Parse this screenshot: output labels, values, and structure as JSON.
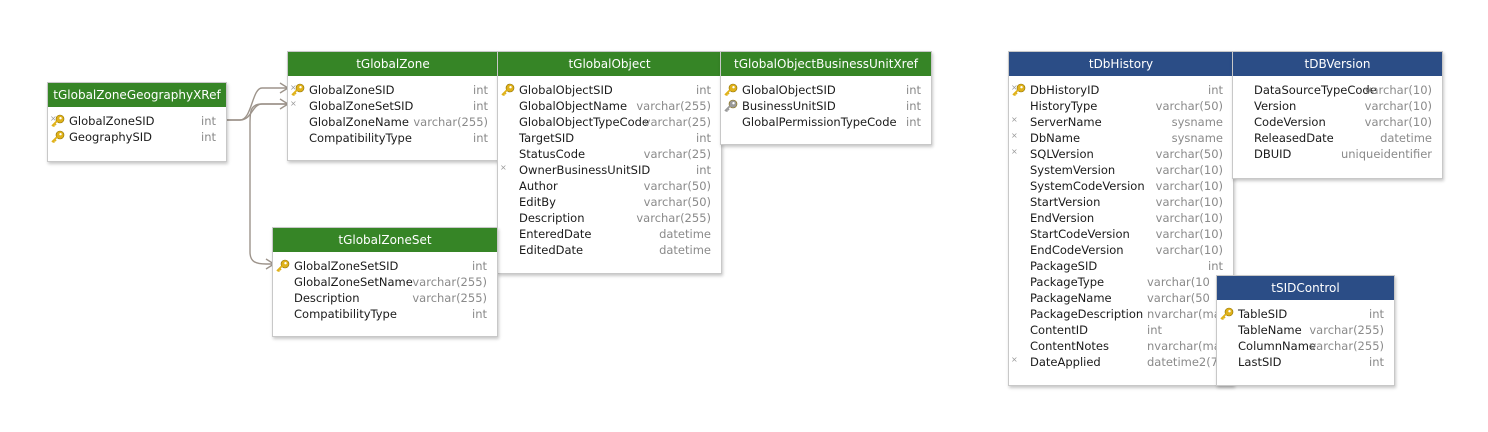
{
  "colors": {
    "header_green": "#368526",
    "header_blue": "#2b4d86",
    "connector": "#9d948b",
    "key_gold": "#e0b21a",
    "key_gray": "#9a9a9a"
  },
  "tables": {
    "geoxref": {
      "name": "tGlobalZoneGeographyXRef",
      "columns": [
        {
          "name": "GlobalZoneSID",
          "type": "int",
          "key": "pk-fk"
        },
        {
          "name": "GeographySID",
          "type": "int",
          "key": "pk"
        }
      ]
    },
    "globalzone": {
      "name": "tGlobalZone",
      "columns": [
        {
          "name": "GlobalZoneSID",
          "type": "int",
          "key": "pk-fk"
        },
        {
          "name": "GlobalZoneSetSID",
          "type": "int",
          "key": "fk"
        },
        {
          "name": "GlobalZoneName",
          "type": "varchar(255)",
          "key": ""
        },
        {
          "name": "CompatibilityType",
          "type": "int",
          "key": ""
        }
      ]
    },
    "globalobject": {
      "name": "tGlobalObject",
      "columns": [
        {
          "name": "GlobalObjectSID",
          "type": "int",
          "key": "pk"
        },
        {
          "name": "GlobalObjectName",
          "type": "varchar(255)",
          "key": ""
        },
        {
          "name": "GlobalObjectTypeCode",
          "type": "varchar(25)",
          "key": ""
        },
        {
          "name": "TargetSID",
          "type": "int",
          "key": ""
        },
        {
          "name": "StatusCode",
          "type": "varchar(25)",
          "key": ""
        },
        {
          "name": "OwnerBusinessUnitSID",
          "type": "int",
          "key": "fk"
        },
        {
          "name": "Author",
          "type": "varchar(50)",
          "key": ""
        },
        {
          "name": "EditBy",
          "type": "varchar(50)",
          "key": ""
        },
        {
          "name": "Description",
          "type": "varchar(255)",
          "key": ""
        },
        {
          "name": "EnteredDate",
          "type": "datetime",
          "key": ""
        },
        {
          "name": "EditedDate",
          "type": "datetime",
          "key": ""
        }
      ]
    },
    "gobuxref": {
      "name": "tGlobalObjectBusinessUnitXref",
      "columns": [
        {
          "name": "GlobalObjectSID",
          "type": "int",
          "key": "pk"
        },
        {
          "name": "BusinessUnitSID",
          "type": "int",
          "key": "pk-gray"
        },
        {
          "name": "GlobalPermissionTypeCode",
          "type": "int",
          "key": ""
        }
      ]
    },
    "zoneset": {
      "name": "tGlobalZoneSet",
      "columns": [
        {
          "name": "GlobalZoneSetSID",
          "type": "int",
          "key": "pk"
        },
        {
          "name": "GlobalZoneSetName",
          "type": "varchar(255)",
          "key": ""
        },
        {
          "name": "Description",
          "type": "varchar(255)",
          "key": ""
        },
        {
          "name": "CompatibilityType",
          "type": "int",
          "key": ""
        }
      ]
    },
    "dbhistory": {
      "name": "tDbHistory",
      "columns": [
        {
          "name": "DbHistoryID",
          "type": "int",
          "key": "pk-fk"
        },
        {
          "name": "HistoryType",
          "type": "varchar(50)",
          "key": ""
        },
        {
          "name": "ServerName",
          "type": "sysname",
          "key": "fk"
        },
        {
          "name": "DbName",
          "type": "sysname",
          "key": "fk"
        },
        {
          "name": "SQLVersion",
          "type": "varchar(50)",
          "key": "fk"
        },
        {
          "name": "SystemVersion",
          "type": "varchar(10)",
          "key": ""
        },
        {
          "name": "SystemCodeVersion",
          "type": "varchar(10)",
          "key": ""
        },
        {
          "name": "StartVersion",
          "type": "varchar(10)",
          "key": ""
        },
        {
          "name": "EndVersion",
          "type": "varchar(10)",
          "key": ""
        },
        {
          "name": "StartCodeVersion",
          "type": "varchar(10)",
          "key": ""
        },
        {
          "name": "EndCodeVersion",
          "type": "varchar(10)",
          "key": ""
        },
        {
          "name": "PackageSID",
          "type": "int",
          "key": ""
        },
        {
          "name": "PackageType",
          "type": "varchar(10",
          "key": "",
          "clipped": true
        },
        {
          "name": "PackageName",
          "type": "varchar(50",
          "key": "",
          "clipped": true
        },
        {
          "name": "PackageDescription",
          "type": "nvarchar(max",
          "key": "",
          "clipped": true
        },
        {
          "name": "ContentID",
          "type": "int",
          "key": "",
          "clipped": true
        },
        {
          "name": "ContentNotes",
          "type": "nvarchar(max",
          "key": "",
          "clipped": true
        },
        {
          "name": "DateApplied",
          "type": "datetime2(7",
          "key": "fk",
          "clipped": true
        }
      ]
    },
    "dbversion": {
      "name": "tDBVersion",
      "columns": [
        {
          "name": "DataSourceTypeCode",
          "type": "varchar(10)",
          "key": ""
        },
        {
          "name": "Version",
          "type": "varchar(10)",
          "key": ""
        },
        {
          "name": "CodeVersion",
          "type": "varchar(10)",
          "key": ""
        },
        {
          "name": "ReleasedDate",
          "type": "datetime",
          "key": ""
        },
        {
          "name": "DBUID",
          "type": "uniqueidentifier",
          "key": ""
        }
      ]
    },
    "sidcontrol": {
      "name": "tSIDControl",
      "columns": [
        {
          "name": "TableSID",
          "type": "int",
          "key": "pk"
        },
        {
          "name": "TableName",
          "type": "varchar(255)",
          "key": ""
        },
        {
          "name": "ColumnName",
          "type": "varchar(255)",
          "key": ""
        },
        {
          "name": "LastSID",
          "type": "int",
          "key": ""
        }
      ]
    }
  }
}
